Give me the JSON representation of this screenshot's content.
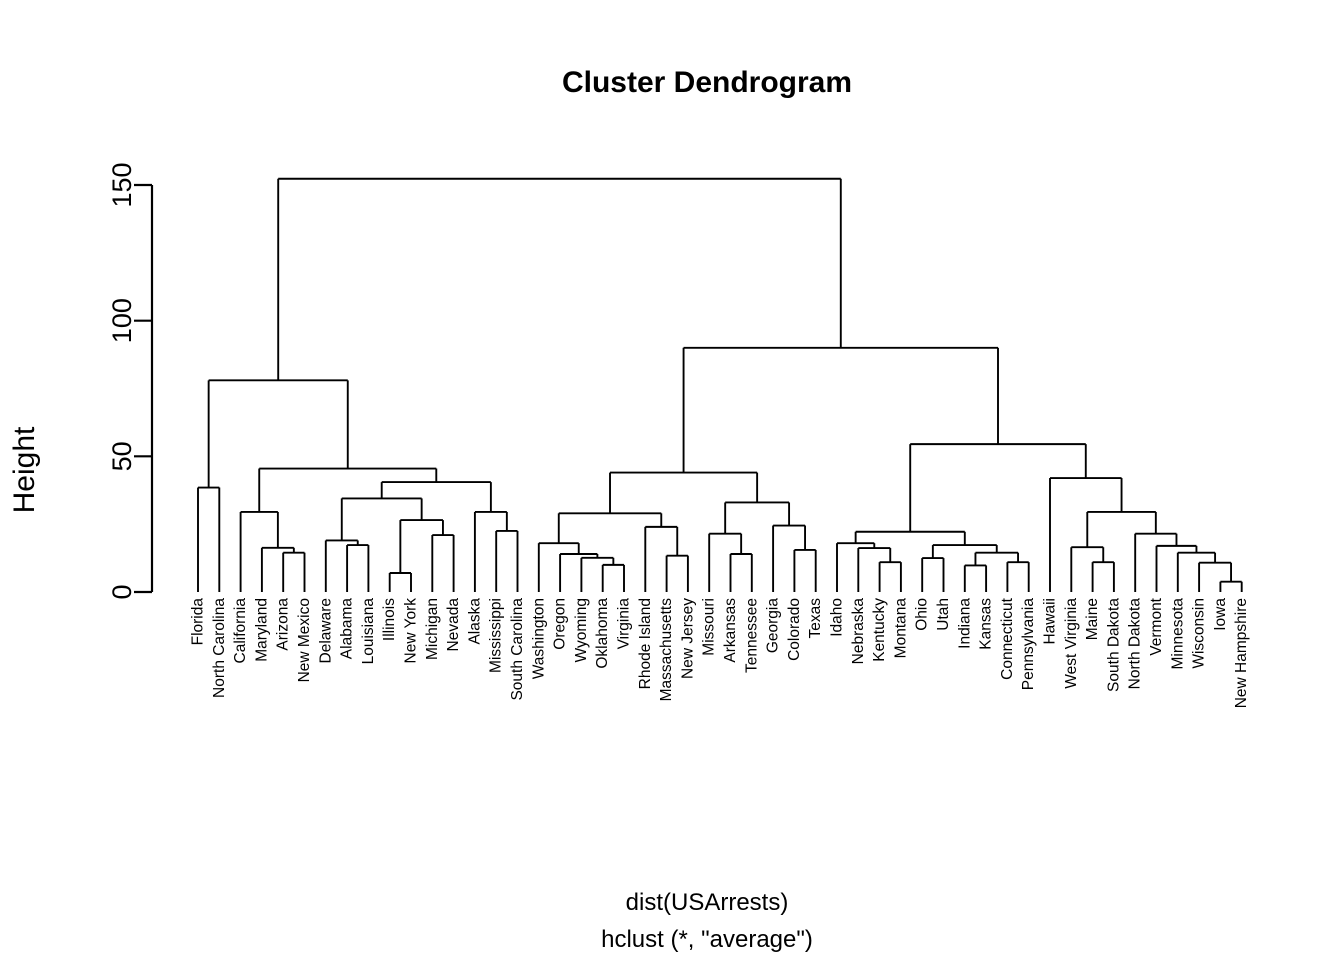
{
  "plot": {
    "title": "Cluster Dendrogram",
    "ylabel": "Height",
    "sub_line1": "dist(USArrests)",
    "sub_line2": "hclust (*, \"average\")",
    "line_color": "#000000",
    "background": "#ffffff"
  },
  "chart_data": {
    "type": "dendrogram",
    "title": "Cluster Dendrogram",
    "xlabel": "dist(USArrests)",
    "sublabel": "hclust (*, \"average\")",
    "ylabel": "Height",
    "ylim": [
      0,
      152.3
    ],
    "yticks": [
      0,
      50,
      100,
      150
    ],
    "ytick_labels": [
      "0",
      "50",
      "100",
      "150"
    ],
    "grid": false,
    "legend": null,
    "linkage": "average",
    "distance": "euclidean",
    "n_leaves": 50,
    "leaf_order": [
      "Florida",
      "North Carolina",
      "California",
      "Maryland",
      "Arizona",
      "New Mexico",
      "Delaware",
      "Alabama",
      "Louisiana",
      "Illinois",
      "New York",
      "Michigan",
      "Nevada",
      "Alaska",
      "Mississippi",
      "South Carolina",
      "Washington",
      "Oregon",
      "Wyoming",
      "Oklahoma",
      "Virginia",
      "Rhode Island",
      "Massachusetts",
      "New Jersey",
      "Missouri",
      "Arkansas",
      "Tennessee",
      "Georgia",
      "Colorado",
      "Texas",
      "Idaho",
      "Nebraska",
      "Kentucky",
      "Montana",
      "Ohio",
      "Utah",
      "Indiana",
      "Kansas",
      "Connecticut",
      "Pennsylvania",
      "Hawaii",
      "West Virginia",
      "Maine",
      "South Dakota",
      "North Dakota",
      "Vermont",
      "Minnesota",
      "Wisconsin",
      "Iowa",
      "New Hampshire"
    ],
    "merges": [
      {
        "id": "m1",
        "left": "Illinois",
        "right": "New York",
        "height": 7.0
      },
      {
        "id": "m2",
        "left": "Iowa",
        "right": "New Hampshire",
        "height": 3.8
      },
      {
        "id": "m3",
        "left": "Maryland",
        "right": "m4",
        "height": 16.3
      },
      {
        "id": "m4",
        "left": "Arizona",
        "right": "New Mexico",
        "height": 14.5
      },
      {
        "id": "m5",
        "left": "Oklahoma",
        "right": "Virginia",
        "height": 10.0
      },
      {
        "id": "m6",
        "left": "Wyoming",
        "right": "m5",
        "height": 12.6
      },
      {
        "id": "m7",
        "left": "Oregon",
        "right": "m6",
        "height": 14.0
      },
      {
        "id": "m8",
        "left": "Washington",
        "right": "m7",
        "height": 18.0
      },
      {
        "id": "m9",
        "left": "Massachusetts",
        "right": "New Jersey",
        "height": 13.4
      },
      {
        "id": "m10",
        "left": "Rhode Island",
        "right": "m9",
        "height": 24.0
      },
      {
        "id": "m11",
        "left": "m8",
        "right": "m10",
        "height": 29.0
      },
      {
        "id": "m12",
        "left": "Missouri",
        "right": "m13",
        "height": 21.5
      },
      {
        "id": "m13",
        "left": "Arkansas",
        "right": "Tennessee",
        "height": 14.0
      },
      {
        "id": "m14",
        "left": "Colorado",
        "right": "Texas",
        "height": 15.5
      },
      {
        "id": "m15",
        "left": "Georgia",
        "right": "m14",
        "height": 24.5
      },
      {
        "id": "m16",
        "left": "m12",
        "right": "m15",
        "height": 33.0
      },
      {
        "id": "m17",
        "left": "m11",
        "right": "m16",
        "height": 44.0
      },
      {
        "id": "m18",
        "left": "Kentucky",
        "right": "Montana",
        "height": 11.0
      },
      {
        "id": "m19",
        "left": "Nebraska",
        "right": "m18",
        "height": 16.2
      },
      {
        "id": "m20",
        "left": "Idaho",
        "right": "m19",
        "height": 18.0
      },
      {
        "id": "m21",
        "left": "Ohio",
        "right": "Utah",
        "height": 12.5
      },
      {
        "id": "m22",
        "left": "Indiana",
        "right": "Kansas",
        "height": 9.8
      },
      {
        "id": "m23",
        "left": "Connecticut",
        "right": "Pennsylvania",
        "height": 11.0
      },
      {
        "id": "m24",
        "left": "m22",
        "right": "m23",
        "height": 14.5
      },
      {
        "id": "m25",
        "left": "m21",
        "right": "m24",
        "height": 17.3
      },
      {
        "id": "m26",
        "left": "m20",
        "right": "m25",
        "height": 22.2
      },
      {
        "id": "m27",
        "left": "Maine",
        "right": "South Dakota",
        "height": 11.0
      },
      {
        "id": "m28",
        "left": "West Virginia",
        "right": "m27",
        "height": 16.5
      },
      {
        "id": "m29",
        "left": "Wisconsin",
        "right": "m2",
        "height": 10.8
      },
      {
        "id": "m30",
        "left": "Minnesota",
        "right": "m29",
        "height": 14.5
      },
      {
        "id": "m31",
        "left": "Vermont",
        "right": "m30",
        "height": 17.0
      },
      {
        "id": "m32",
        "left": "North Dakota",
        "right": "m31",
        "height": 21.5
      },
      {
        "id": "m33",
        "left": "m28",
        "right": "m32",
        "height": 29.5
      },
      {
        "id": "m34",
        "left": "Hawaii",
        "right": "m33",
        "height": 42.0
      },
      {
        "id": "m35",
        "left": "m26",
        "right": "m34",
        "height": 54.5
      },
      {
        "id": "m36",
        "left": "m17",
        "right": "m35",
        "height": 90.0
      },
      {
        "id": "m37",
        "left": "Florida",
        "right": "North Carolina",
        "height": 38.5
      },
      {
        "id": "m38",
        "left": "California",
        "right": "m3",
        "height": 29.5
      },
      {
        "id": "m39",
        "left": "Delaware",
        "right": "m40",
        "height": 19.0
      },
      {
        "id": "m40",
        "left": "Alabama",
        "right": "Louisiana",
        "height": 17.3
      },
      {
        "id": "m41",
        "left": "Michigan",
        "right": "Nevada",
        "height": 21.0
      },
      {
        "id": "m42",
        "left": "m1",
        "right": "m41",
        "height": 26.5
      },
      {
        "id": "m43",
        "left": "m39",
        "right": "m42",
        "height": 34.5
      },
      {
        "id": "m44",
        "left": "Mississippi",
        "right": "South Carolina",
        "height": 22.5
      },
      {
        "id": "m45",
        "left": "Alaska",
        "right": "m44",
        "height": 29.5
      },
      {
        "id": "m46",
        "left": "m43",
        "right": "m45",
        "height": 40.5
      },
      {
        "id": "m47",
        "left": "m38",
        "right": "m46",
        "height": 45.5
      },
      {
        "id": "m48",
        "left": "m37",
        "right": "m47",
        "height": 78.0
      },
      {
        "id": "m49",
        "left": "m48",
        "right": "m36",
        "height": 152.3
      }
    ],
    "root": "m49"
  }
}
